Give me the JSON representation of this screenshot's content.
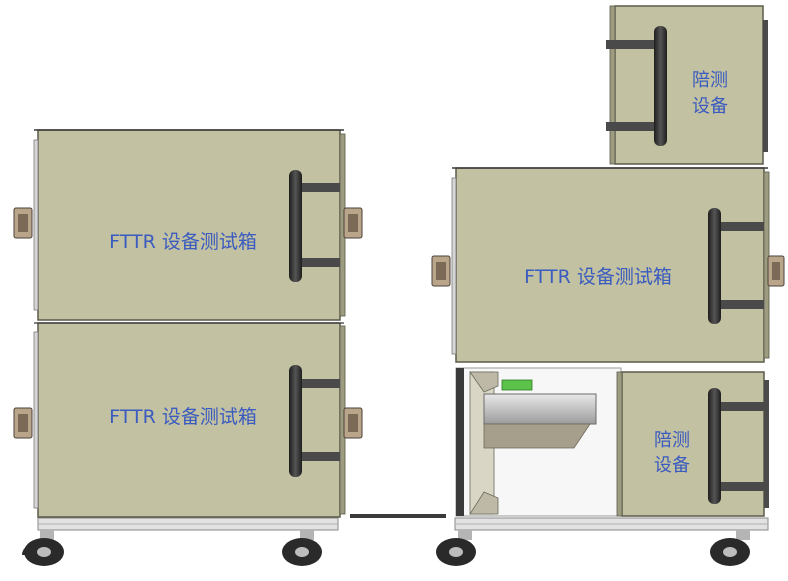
{
  "labels": {
    "left_upper_box": "FTTR 设备测试箱",
    "left_lower_box": "FTTR 设备测试箱",
    "right_main_box": "FTTR 设备测试箱",
    "right_top_box_line1": "陪测",
    "right_top_box_line2": "设备",
    "right_bottom_box_line1": "陪测",
    "right_bottom_box_line2": "设备"
  },
  "colors": {
    "box_fill": "#c2c1a1",
    "box_stroke": "#5a5a4a",
    "handle": "#3a3a3a",
    "latch": "#b8a58a",
    "label_text": "#3a5bbf",
    "cart_frame": "#e8e8e8",
    "wheel": "#2a2a2a",
    "tray_green": "#5cc24a"
  }
}
